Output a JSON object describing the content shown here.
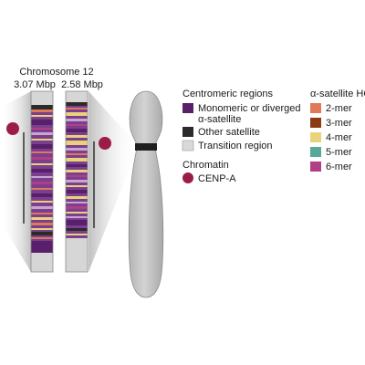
{
  "chromosome": {
    "name": "Chromosome 12",
    "haplotypes": [
      {
        "size": "3.07 Mbp"
      },
      {
        "size": "2.58 Mbp"
      }
    ]
  },
  "legend": {
    "centromeric": {
      "title": "Centromeric regions",
      "items": [
        {
          "label_line1": "Monomeric or diverged",
          "label_line2": "α-satellite",
          "color": "#5a1f6b"
        },
        {
          "label": "Other satellite",
          "color": "#2b2b2b"
        },
        {
          "label": "Transition region",
          "color": "#d9d9d9"
        }
      ]
    },
    "chromatin": {
      "title": "Chromatin",
      "items": [
        {
          "label": "CENP-A",
          "color": "#9b1c48"
        }
      ]
    },
    "hor": {
      "title": "α-satellite HOR",
      "items": [
        {
          "label": "2-mer",
          "color": "#e0785a"
        },
        {
          "label": "3-mer",
          "color": "#8b3a12"
        },
        {
          "label": "4-mer",
          "color": "#ead27a"
        },
        {
          "label": "5-mer",
          "color": "#5aa897"
        },
        {
          "label": "6-mer",
          "color": "#b23f86"
        }
      ]
    }
  },
  "colors": {
    "bar_purple": "#7a3f8f",
    "funnel_gray": "#cfcfcf",
    "chromosome_gray": "#c9c9c9",
    "centromere_band": "#1f1f1f",
    "cenpa": "#9b1c48"
  }
}
